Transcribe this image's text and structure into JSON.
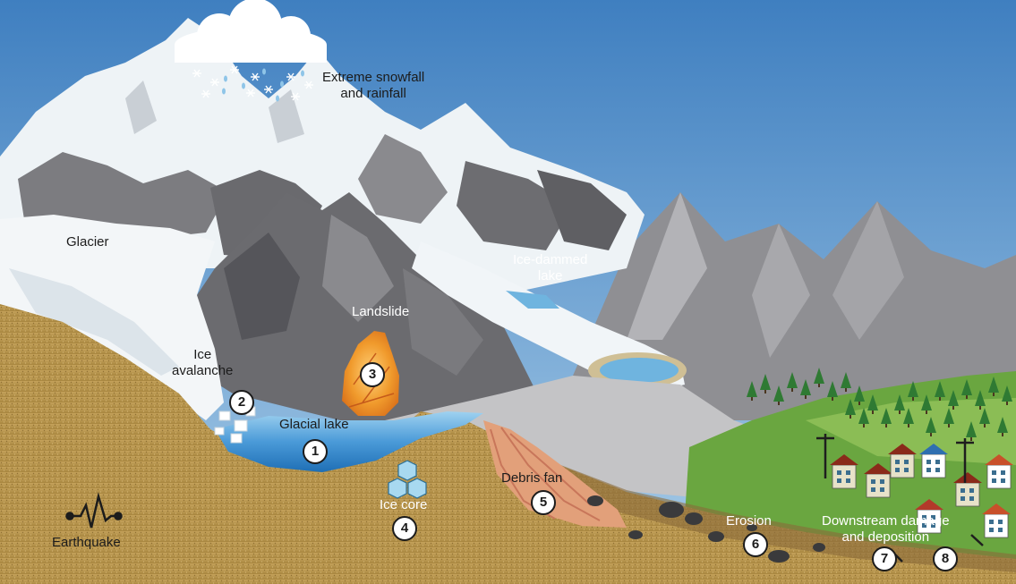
{
  "labels": {
    "snowfall_line1": "Extreme snowfall",
    "snowfall_line2": "and rainfall",
    "glacier": "Glacier",
    "ice_dammed_line1": "Ice-dammed",
    "ice_dammed_line2": "lake",
    "landslide": "Landslide",
    "ice_avalanche_line1": "Ice",
    "ice_avalanche_line2": "avalanche",
    "glacial_lake": "Glacial lake",
    "debris_fan": "Debris fan",
    "ice_core": "Ice core",
    "earthquake": "Earthquake",
    "erosion": "Erosion",
    "downstream_line1": "Downstream damage",
    "downstream_line2": "and deposition"
  },
  "markers": [
    "1",
    "2",
    "3",
    "4",
    "5",
    "6",
    "7",
    "8"
  ],
  "icons": [
    "cloud-icon",
    "snowflake-icon",
    "raindrop-icon",
    "ice-cube-icon",
    "seismograph-icon",
    "house-icon",
    "tree-icon",
    "power-pole-icon"
  ],
  "colors": {
    "sky_top": "#3f7fc0",
    "sky_bottom": "#a7cbe6",
    "snow": "#eef3f6",
    "rock_dark": "#6d6d70",
    "rock_light": "#9a9a9d",
    "glacier_lake": "#3d8fd0",
    "sediment": "#b9974f",
    "landslide": "#f0a030",
    "grass": "#6aa640",
    "tree": "#2f7a33",
    "badge_border": "#1b1b1b"
  }
}
